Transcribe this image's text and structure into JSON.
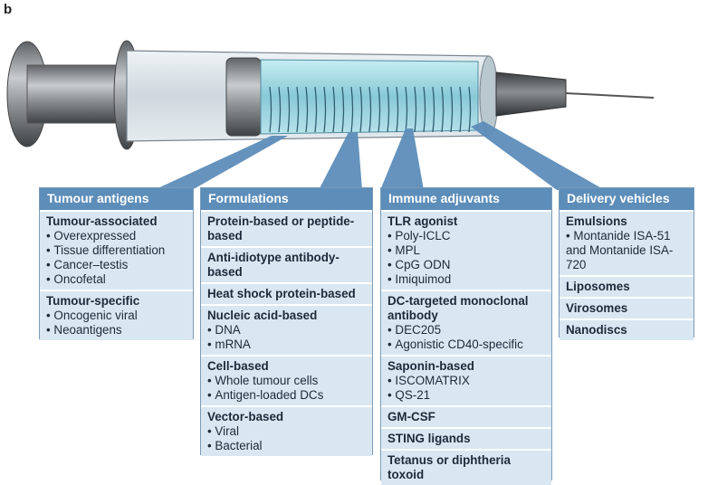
{
  "figure_label": "b",
  "panels": [
    {
      "header": "Tumour antigens",
      "groups": [
        {
          "title": "Tumour-associated",
          "items": [
            "Overexpressed",
            "Tissue differentiation",
            "Cancer–testis",
            "Oncofetal"
          ]
        },
        {
          "title": "Tumour-specific",
          "items": [
            "Oncogenic viral",
            "Neoantigens"
          ]
        }
      ]
    },
    {
      "header": "Formulations",
      "groups": [
        {
          "title": "Protein-based or peptide-based",
          "items": []
        },
        {
          "title": "Anti-idiotype antibody-based",
          "items": []
        },
        {
          "title": "Heat shock protein-based",
          "items": []
        },
        {
          "title": "Nucleic acid-based",
          "items": [
            "DNA",
            "mRNA"
          ]
        },
        {
          "title": "Cell-based",
          "items": [
            "Whole tumour cells",
            "Antigen-loaded DCs"
          ]
        },
        {
          "title": "Vector-based",
          "items": [
            "Viral",
            "Bacterial"
          ]
        }
      ]
    },
    {
      "header": "Immune adjuvants",
      "groups": [
        {
          "title": "TLR agonist",
          "items": [
            "Poly-ICLC",
            "MPL",
            "CpG ODN",
            "Imiquimod"
          ]
        },
        {
          "title": "DC-targeted monoclonal antibody",
          "items": [
            "DEC205",
            "Agonistic CD40-specific"
          ]
        },
        {
          "title": "Saponin-based",
          "items": [
            "ISCOMATRIX",
            "QS-21"
          ]
        },
        {
          "title": "GM-CSF",
          "items": []
        },
        {
          "title": "STING ligands",
          "items": []
        },
        {
          "title": "Tetanus or diphtheria toxoid",
          "items": []
        }
      ]
    },
    {
      "header": "Delivery vehicles",
      "groups": [
        {
          "title": "Emulsions",
          "items": [
            "Montanide ISA-51 and Montanide ISA-720"
          ]
        },
        {
          "title": "Liposomes",
          "items": []
        },
        {
          "title": "Virosomes",
          "items": []
        },
        {
          "title": "Nanodiscs",
          "items": []
        }
      ]
    }
  ],
  "colors": {
    "header": "#5d8db9",
    "panel_bg": "#d9e7f2",
    "connector": "#5d8db9",
    "barrel_fill": "#9ad3dd"
  }
}
